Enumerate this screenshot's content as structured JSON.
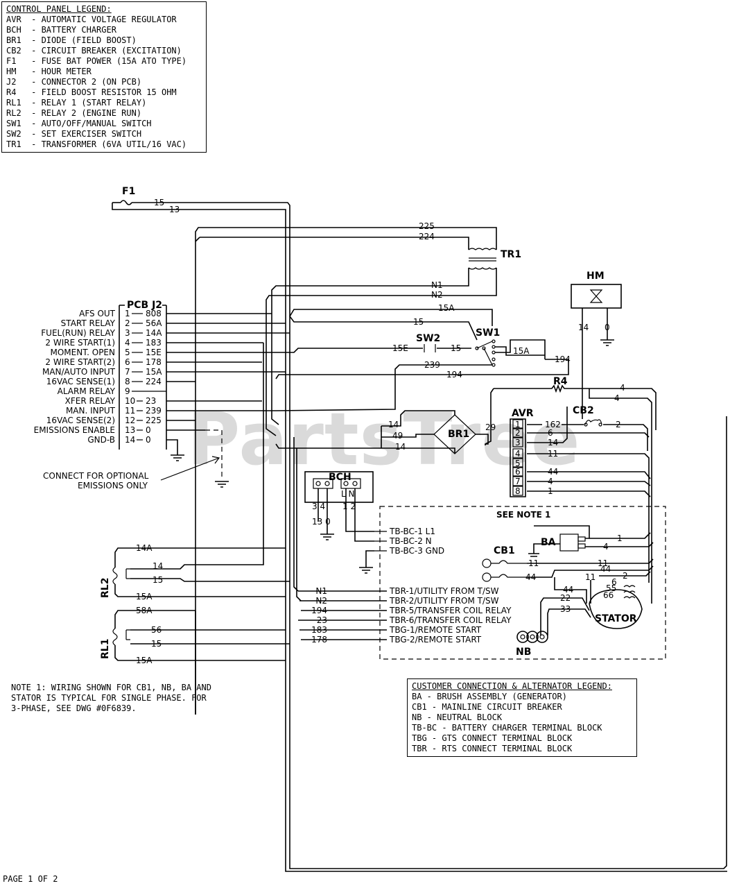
{
  "control_legend": {
    "title": "CONTROL PANEL LEGEND:",
    "items": [
      "AVR  - AUTOMATIC VOLTAGE REGULATOR",
      "BCH  - BATTERY CHARGER",
      "BR1  - DIODE (FIELD BOOST)",
      "CB2  - CIRCUIT BREAKER (EXCITATION)",
      "F1   - FUSE BAT POWER (15A ATO TYPE)",
      "HM   - HOUR METER",
      "J2   - CONNECTOR 2 (ON PCB)",
      "R4   - FIELD BOOST RESISTOR 15 OHM",
      "RL1  - RELAY 1 (START RELAY)",
      "RL2  - RELAY 2 (ENGINE RUN)",
      "SW1  - AUTO/OFF/MANUAL SWITCH",
      "SW2  - SET EXERCISER SWITCH",
      "TR1  - TRANSFORMER (6VA UTIL/16 VAC)"
    ]
  },
  "components": {
    "f1": "F1",
    "tr1": "TR1",
    "hm": "HM",
    "pcb": "PCB J2",
    "sw1": "SW1",
    "sw2": "SW2",
    "r4": "R4",
    "avr": "AVR",
    "cb2": "CB2",
    "br1": "BR1",
    "bch": "BCH",
    "ba": "BA",
    "cb1": "CB1",
    "stator": "STATOR",
    "nb": "NB",
    "rl1": "RL1",
    "rl2": "RL2"
  },
  "pcb_pins": [
    {
      "label": "AFS OUT",
      "pin": "1",
      "wire": "808"
    },
    {
      "label": "START RELAY",
      "pin": "2",
      "wire": "56A"
    },
    {
      "label": "FUEL(RUN) RELAY",
      "pin": "3",
      "wire": "14A"
    },
    {
      "label": "2 WIRE START(1)",
      "pin": "4",
      "wire": "183"
    },
    {
      "label": "MOMENT. OPEN",
      "pin": "5",
      "wire": "15E"
    },
    {
      "label": "2 WIRE START(2)",
      "pin": "6",
      "wire": "178"
    },
    {
      "label": "MAN/AUTO INPUT",
      "pin": "7",
      "wire": "15A"
    },
    {
      "label": "16VAC SENSE(1)",
      "pin": "8",
      "wire": "224"
    },
    {
      "label": "ALARM RELAY",
      "pin": "9",
      "wire": ""
    },
    {
      "label": "XFER RELAY",
      "pin": "10",
      "wire": "23"
    },
    {
      "label": "MAN. INPUT",
      "pin": "11",
      "wire": "239"
    },
    {
      "label": "16VAC SENSE(2)",
      "pin": "12",
      "wire": "225"
    },
    {
      "label": "EMISSIONS ENABLE",
      "pin": "13",
      "wire": "0"
    },
    {
      "label": "GND-B",
      "pin": "14",
      "wire": "0"
    }
  ],
  "avr_pins": [
    {
      "pin": "1",
      "wire": "162"
    },
    {
      "pin": "2",
      "wire": "6"
    },
    {
      "pin": "3",
      "wire": "14"
    },
    {
      "pin": "4",
      "wire": "11"
    },
    {
      "pin": "5",
      "wire": ""
    },
    {
      "pin": "6",
      "wire": "44"
    },
    {
      "pin": "7",
      "wire": "4"
    },
    {
      "pin": "8",
      "wire": "1"
    }
  ],
  "bch_labels": {
    "pins": "3 4",
    "pins_ln": "L N",
    "pins_12": "1 2",
    "wires": "13 0"
  },
  "customer_terminals": [
    {
      "wire": "N1",
      "text": "TBR-1/UTILITY FROM T/SW"
    },
    {
      "wire": "N2",
      "text": "TBR-2/UTILITY FROM T/SW"
    },
    {
      "wire": "194",
      "text": "TBR-5/TRANSFER COIL RELAY"
    },
    {
      "wire": "23",
      "text": "TBR-6/TRANSFER COIL RELAY"
    },
    {
      "wire": "183",
      "text": "TBG-1/REMOTE START"
    },
    {
      "wire": "178",
      "text": "TBG-2/REMOTE START"
    }
  ],
  "bc_terminals": [
    "TB-BC-1  L1",
    "TB-BC-2  N",
    "TB-BC-3  GND"
  ],
  "wire_labels": {
    "w15": "15",
    "w13": "13",
    "w225": "225",
    "w224": "224",
    "n1": "N1",
    "n2": "N2",
    "w15a": "15A",
    "w15e": "15E",
    "w239": "239",
    "w194": "194",
    "w4": "4",
    "w2": "2",
    "w29": "29",
    "w14": "14",
    "w49": "49",
    "w0": "0",
    "w56": "56",
    "w56a": "58A",
    "w14a": "14A",
    "w11": "11",
    "w44": "44",
    "w22": "22",
    "w33": "33",
    "w6": "6",
    "w5": "55",
    "w66": "66",
    "w1": "1"
  },
  "see_note": "SEE NOTE 1",
  "connect_note": "CONNECT FOR OPTIONAL\n     EMISSIONS ONLY",
  "note1": "NOTE 1: WIRING SHOWN FOR CB1, NB, BA AND\nSTATOR IS TYPICAL FOR SINGLE PHASE. FOR\n3-PHASE, SEE DWG #0F6839.",
  "customer_legend": {
    "title": "CUSTOMER CONNECTION & ALTERNATOR LEGEND:",
    "items": [
      "BA - BRUSH ASSEMBLY (GENERATOR)",
      "CB1 - MAINLINE CIRCUIT BREAKER",
      "NB - NEUTRAL BLOCK",
      "TB-BC - BATTERY CHARGER TERMINAL BLOCK",
      "TBG - GTS CONNECT TERMINAL BLOCK",
      "TBR - RTS CONNECT TERMINAL BLOCK"
    ]
  },
  "watermark": "PartsTree",
  "footer": "PAGE 1 OF 2"
}
